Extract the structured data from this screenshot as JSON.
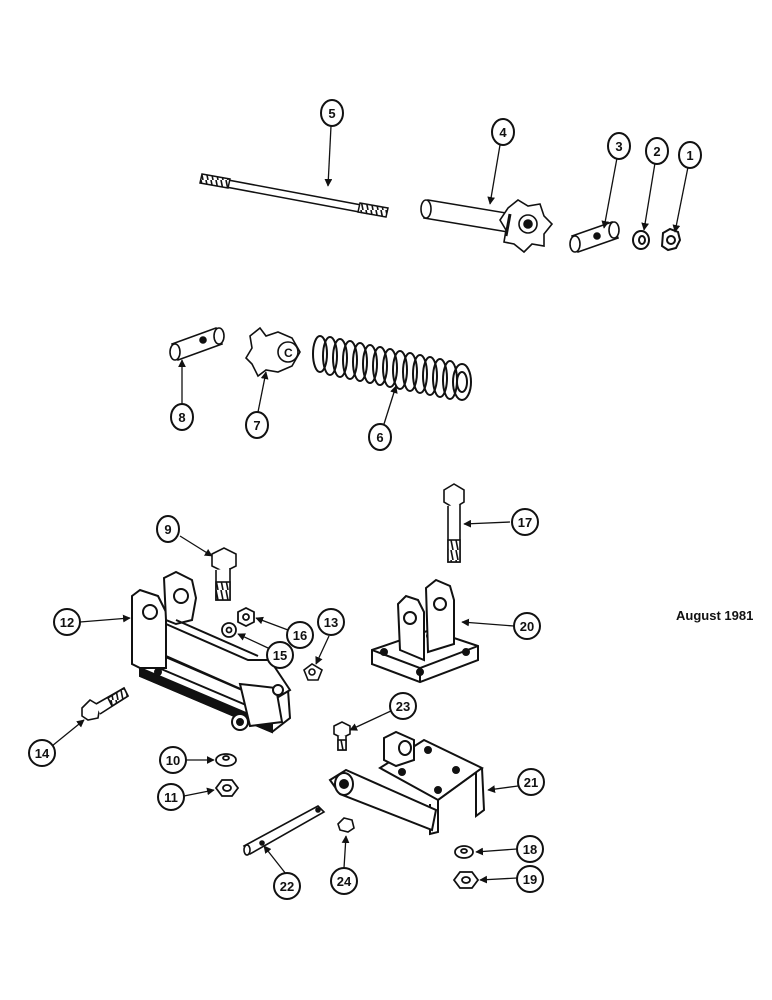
{
  "footer": {
    "date": "August 1981"
  },
  "callouts": [
    {
      "id": "1",
      "label": "1"
    },
    {
      "id": "2",
      "label": "2"
    },
    {
      "id": "3",
      "label": "3"
    },
    {
      "id": "4",
      "label": "4"
    },
    {
      "id": "5",
      "label": "5"
    },
    {
      "id": "6",
      "label": "6"
    },
    {
      "id": "7",
      "label": "7"
    },
    {
      "id": "8",
      "label": "8"
    },
    {
      "id": "9",
      "label": "9"
    },
    {
      "id": "10",
      "label": "10"
    },
    {
      "id": "11",
      "label": "11"
    },
    {
      "id": "12",
      "label": "12"
    },
    {
      "id": "13",
      "label": "13"
    },
    {
      "id": "14",
      "label": "14"
    },
    {
      "id": "15",
      "label": "15"
    },
    {
      "id": "16",
      "label": "16"
    },
    {
      "id": "17",
      "label": "17"
    },
    {
      "id": "18",
      "label": "18"
    },
    {
      "id": "19",
      "label": "19"
    },
    {
      "id": "20",
      "label": "20"
    },
    {
      "id": "21",
      "label": "21"
    },
    {
      "id": "22",
      "label": "22"
    },
    {
      "id": "23",
      "label": "23"
    },
    {
      "id": "24",
      "label": "24"
    }
  ]
}
